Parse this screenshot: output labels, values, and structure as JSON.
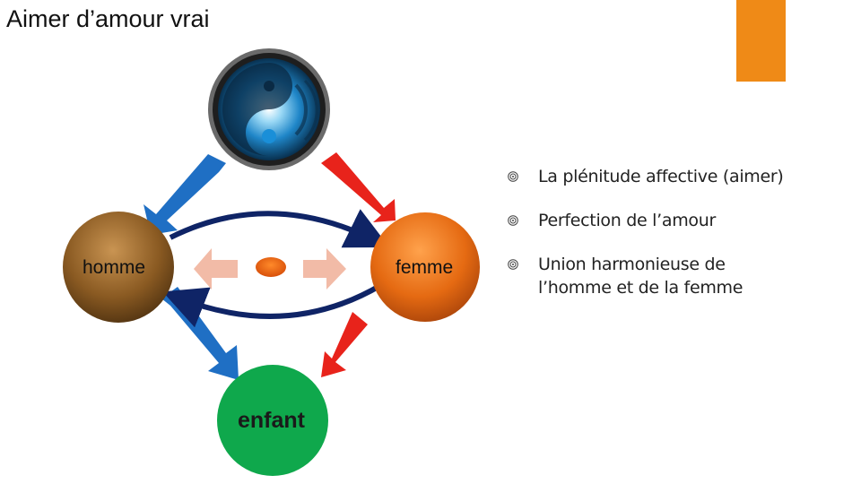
{
  "title": "Aimer d’amour vrai",
  "nodes": {
    "homme": "homme",
    "femme": "femme",
    "enfant": "enfant"
  },
  "bullets": [
    "La plénitude affective (aimer)",
    "Perfection de l’amour",
    "Union harmonieuse  de l’homme et de la femme"
  ],
  "colors": {
    "accent_orange": "#ef8a17",
    "arrow_blue": "#1f6fc4",
    "arrow_red": "#e8231b",
    "arc_navy": "#0f2466",
    "homme_brown": "#8a5a22",
    "femme_orange": "#e56a12",
    "enfant_green": "#0fa84c",
    "pale_arrow": "#f2bba7"
  }
}
